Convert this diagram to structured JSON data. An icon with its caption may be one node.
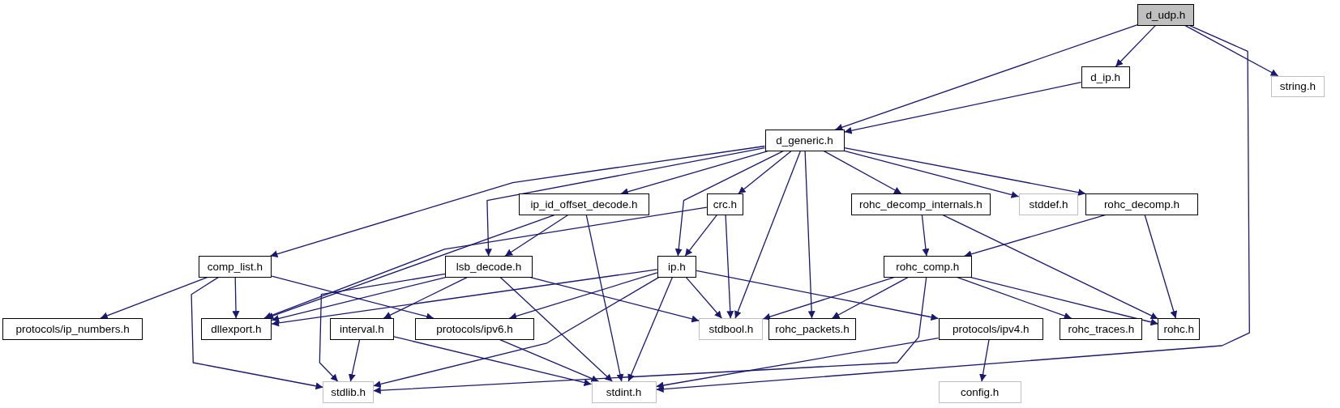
{
  "diagram": {
    "nodes": [
      {
        "text": [
          "d_udp.h"
        ]
      },
      {
        "text": [
          "d_ip.h"
        ]
      },
      {
        "text": [
          "string.h"
        ]
      },
      {
        "text": [
          "d_generic.h"
        ]
      },
      {
        "text": [
          "ip_id_offset_decode.h"
        ]
      },
      {
        "text": [
          "crc.h"
        ]
      },
      {
        "text": [
          "rohc_decomp_internals.h"
        ]
      },
      {
        "text": [
          "stddef.h"
        ]
      },
      {
        "text": [
          "rohc_decomp.h"
        ]
      },
      {
        "text": [
          "comp_list.h"
        ]
      },
      {
        "text": [
          "lsb_decode.h"
        ]
      },
      {
        "text": [
          "ip.h"
        ]
      },
      {
        "text": [
          "rohc_comp.h"
        ]
      },
      {
        "text": [
          "protocols/ip_numbers.h"
        ]
      },
      {
        "text": [
          "dllexport.h"
        ]
      },
      {
        "text": [
          "interval.h"
        ]
      },
      {
        "text": [
          "protocols/ipv6.h"
        ]
      },
      {
        "text": [
          "stdbool.h"
        ]
      },
      {
        "text": [
          "rohc_packets.h"
        ]
      },
      {
        "text": [
          "protocols/ipv4.h"
        ]
      },
      {
        "text": [
          "rohc_traces.h"
        ]
      },
      {
        "text": [
          "rohc.h"
        ]
      },
      {
        "text": [
          "stdlib.h"
        ]
      },
      {
        "text": [
          "stdint.h"
        ]
      },
      {
        "text": [
          "config.h"
        ]
      }
    ],
    "edges": [
      {
        "from": 0,
        "to": 3,
        "arrow": "to"
      },
      {
        "from": 0,
        "to": 1,
        "arrow": "to"
      },
      {
        "from": 0,
        "to": 23,
        "arrow": "to"
      },
      {
        "from": 0,
        "to": 2,
        "arrow": "to"
      },
      {
        "from": 1,
        "to": 3,
        "arrow": "to"
      },
      {
        "from": 3,
        "to": 9,
        "arrow": "to"
      },
      {
        "from": 3,
        "to": 10,
        "arrow": "to"
      },
      {
        "from": 3,
        "to": 4,
        "arrow": "to"
      },
      {
        "from": 3,
        "to": 5,
        "arrow": "to"
      },
      {
        "from": 3,
        "to": 11,
        "arrow": "to"
      },
      {
        "from": 3,
        "to": 17,
        "arrow": "to"
      },
      {
        "from": 3,
        "to": 18,
        "arrow": "to"
      },
      {
        "from": 3,
        "to": 6,
        "arrow": "to"
      },
      {
        "from": 3,
        "to": 7,
        "arrow": "to"
      },
      {
        "from": 3,
        "to": 8,
        "arrow": "to"
      },
      {
        "from": 4,
        "to": 14,
        "arrow": "to"
      },
      {
        "from": 4,
        "to": 10,
        "arrow": "to"
      },
      {
        "from": 4,
        "to": 23,
        "arrow": "to"
      },
      {
        "from": 5,
        "to": 14,
        "arrow": "to"
      },
      {
        "from": 5,
        "to": 11,
        "arrow": "to"
      },
      {
        "from": 5,
        "to": 17,
        "arrow": "to"
      },
      {
        "from": 6,
        "to": 12,
        "arrow": "to"
      },
      {
        "from": 6,
        "to": 21,
        "arrow": "to"
      },
      {
        "from": 8,
        "to": 12,
        "arrow": "to"
      },
      {
        "from": 8,
        "to": 21,
        "arrow": "to"
      },
      {
        "from": 9,
        "to": 13,
        "arrow": "to"
      },
      {
        "from": 9,
        "to": 14,
        "arrow": "to"
      },
      {
        "from": 9,
        "to": 16,
        "arrow": "to"
      },
      {
        "from": 9,
        "to": 22,
        "arrow": "to"
      },
      {
        "from": 10,
        "to": 14,
        "arrow": "to"
      },
      {
        "from": 10,
        "to": 15,
        "arrow": "to"
      },
      {
        "from": 10,
        "to": 22,
        "arrow": "to"
      },
      {
        "from": 10,
        "to": 23,
        "arrow": "to"
      },
      {
        "from": 10,
        "to": 17,
        "arrow": "to"
      },
      {
        "from": 11,
        "to": 14,
        "arrow": "to"
      },
      {
        "from": 11,
        "to": 16,
        "arrow": "to"
      },
      {
        "from": 11,
        "to": 22,
        "arrow": "to"
      },
      {
        "from": 11,
        "to": 23,
        "arrow": "to"
      },
      {
        "from": 11,
        "to": 17,
        "arrow": "to"
      },
      {
        "from": 11,
        "to": 19,
        "arrow": "to"
      },
      {
        "from": 12,
        "to": 17,
        "arrow": "to"
      },
      {
        "from": 12,
        "to": 18,
        "arrow": "to"
      },
      {
        "from": 12,
        "to": 22,
        "arrow": "to"
      },
      {
        "from": 12,
        "to": 20,
        "arrow": "to"
      },
      {
        "from": 12,
        "to": 21,
        "arrow": "to"
      },
      {
        "from": 15,
        "to": 22,
        "arrow": "to"
      },
      {
        "from": 15,
        "to": 23,
        "arrow": "to"
      },
      {
        "from": 16,
        "to": 23,
        "arrow": "to"
      },
      {
        "from": 19,
        "to": 23,
        "arrow": "to"
      },
      {
        "from": 19,
        "to": 24,
        "arrow": "to"
      }
    ]
  }
}
